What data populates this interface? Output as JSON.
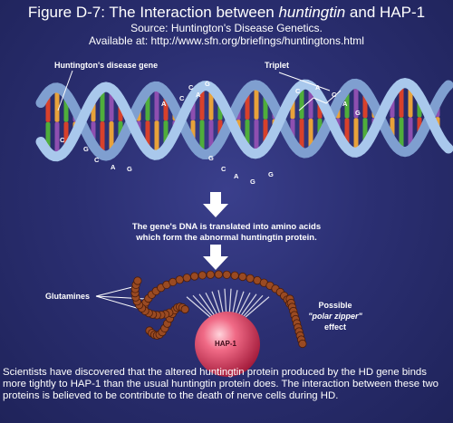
{
  "figure": {
    "title_prefix": "Figure D-7: The Interaction between ",
    "title_italic": "huntingtin",
    "title_suffix": " and HAP-1",
    "source_line": "Source: Huntington's Disease Genetics.",
    "available_line": "Available at: http://www.sfn.org/briefings/huntingtons.html"
  },
  "dna": {
    "gene_label": "Huntington's disease gene",
    "triplet_label": "Triplet",
    "bases": [
      "G",
      "C",
      "A",
      "G",
      "C",
      "C",
      "A",
      "G",
      "C",
      "A",
      "G",
      "C",
      "A",
      "G",
      "G",
      "C",
      "A",
      "C",
      "A",
      "G"
    ],
    "colors": {
      "strand": "#a9c8ec",
      "rung_red": "#d8412b",
      "rung_orange": "#e8a23a",
      "rung_green": "#4fae3b",
      "rung_purple": "#8e4fb0"
    }
  },
  "arrows": {
    "color": "#ffffff",
    "icon": "down-arrow-icon"
  },
  "middle_caption": {
    "line1": "The gene's DNA is translated into amino acids",
    "line2": "which form the abnormal huntingtin protein."
  },
  "protein": {
    "glutamines_label": "Glutamines",
    "effect_line1": "Possible",
    "effect_line2": "\"polar zipper\"",
    "effect_line3": "effect",
    "hap_label": "HAP-1",
    "colors": {
      "bead": "#9a4a22",
      "hap_sphere": "#e04a6a"
    }
  },
  "bottom_caption": "Scientists have discovered that the altered huntingtin protein produced by the HD gene binds more tightly to HAP-1 than the usual huntingtin protein does. The interaction between these two proteins is believed to be contribute to the death of nerve cells during HD."
}
